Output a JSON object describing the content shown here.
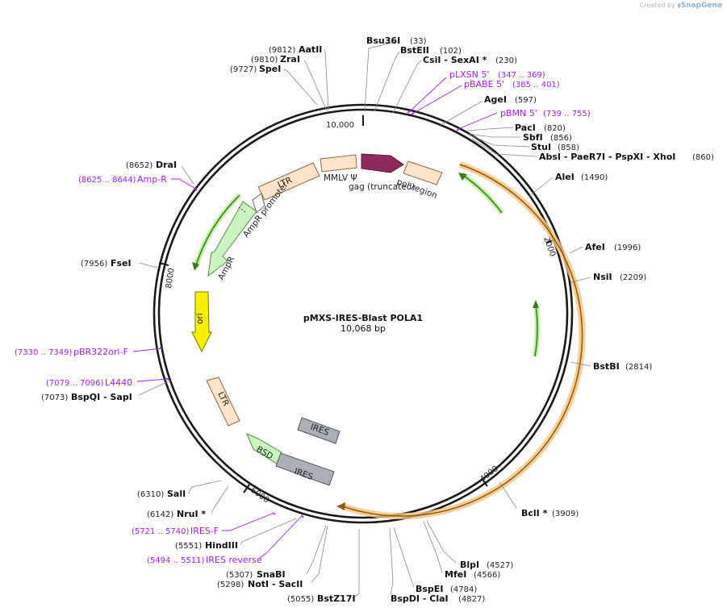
{
  "credit": {
    "prefix": "Created by",
    "brand": "SnapGene"
  },
  "plasmid": {
    "name": "pMXS-IRES-Blast POLA1",
    "size": "10,068 bp"
  },
  "ticks": [
    {
      "label": "10,000"
    },
    {
      "label": "2000"
    },
    {
      "label": "4000"
    },
    {
      "label": "6000"
    },
    {
      "label": "8000"
    }
  ],
  "features": [
    {
      "label": "LTR"
    },
    {
      "label": "MMLV Ψ"
    },
    {
      "label": "gag (truncated)"
    },
    {
      "label": "pol region"
    },
    {
      "label": "AmpR promoter"
    },
    {
      "label": "AmpR"
    },
    {
      "label": "ori"
    },
    {
      "label": "LTR"
    },
    {
      "label": "IRES"
    },
    {
      "label": "BSD"
    },
    {
      "label": "IRES"
    }
  ],
  "sites": [
    {
      "num": "(33)",
      "name": "Bsu36I"
    },
    {
      "num": "(102)",
      "name": "BstEII"
    },
    {
      "num": "(230)",
      "name": "CsiI   - SexAI *"
    },
    {
      "num": "(597)",
      "name": "AgeI"
    },
    {
      "num": "(820)",
      "name": "PacI"
    },
    {
      "num": "(856)",
      "name": "SbfI"
    },
    {
      "num": "(858)",
      "name": "StuI"
    },
    {
      "num": "(860)",
      "name": "AbsI   - PaeR7I   - PspXI   - XhoI"
    },
    {
      "num": "(1490)",
      "name": "AleI"
    },
    {
      "num": "(1996)",
      "name": "AfeI"
    },
    {
      "num": "(2209)",
      "name": "NsiI"
    },
    {
      "num": "(2814)",
      "name": "BstBI"
    },
    {
      "num": "(3909)",
      "name": "BclI *"
    },
    {
      "num": "(4527)",
      "name": "BlpI"
    },
    {
      "num": "(4566)",
      "name": "MfeI"
    },
    {
      "num": "(4784)",
      "name": "BspEI"
    },
    {
      "num": "(4827)",
      "name": "BspDI   - ClaI"
    },
    {
      "num": "(5055)",
      "name": "BstZ17I"
    },
    {
      "num": "(5298)",
      "name": "NotI   - SacII"
    },
    {
      "num": "(5307)",
      "name": "SnaBI"
    },
    {
      "num": "(5551)",
      "name": "HindIII"
    },
    {
      "num": "(6142)",
      "name": "NruI *"
    },
    {
      "num": "(6310)",
      "name": "SalI"
    },
    {
      "num": "(7073)",
      "name": "BspQI   - SapI"
    },
    {
      "num": "(7956)",
      "name": "FseI"
    },
    {
      "num": "(8652)",
      "name": "DraI"
    },
    {
      "num": "(9727)",
      "name": "SpeI"
    },
    {
      "num": "(9810)",
      "name": "ZraI"
    },
    {
      "num": "(9812)",
      "name": "AatII"
    }
  ],
  "primers": [
    {
      "name": "pLXSN 5'",
      "range": "(347 .. 369)"
    },
    {
      "name": "pBABE 5'",
      "range": "(385 .. 401)"
    },
    {
      "name": "pBMN 5'",
      "range": "(739 .. 755)"
    },
    {
      "name": "Amp-R",
      "range": "(8625 .. 8644)"
    },
    {
      "name": "pBR322ori-F",
      "range": "(7330 .. 7349)"
    },
    {
      "name": "L4440",
      "range": "(7079 .. 7096)"
    },
    {
      "name": "IRES-F",
      "range": "(5721 .. 5740)"
    },
    {
      "name": "IRES reverse",
      "range": "(5494 .. 5511)"
    }
  ]
}
